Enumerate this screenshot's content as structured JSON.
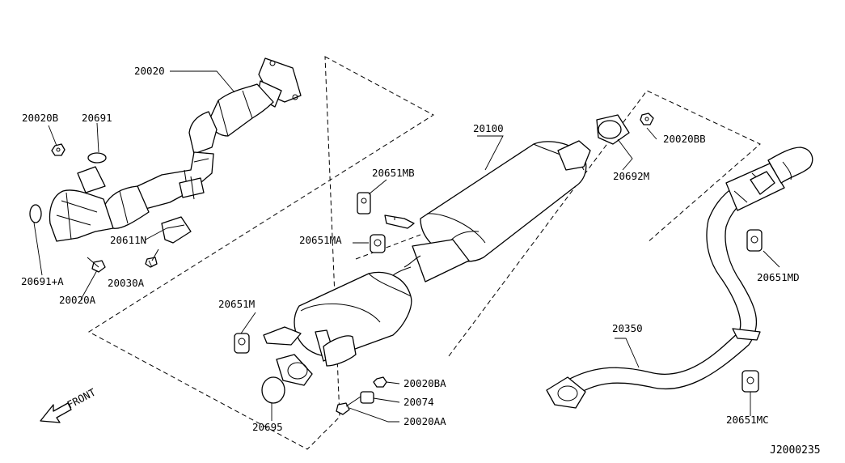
{
  "labels": {
    "p20020": "20020",
    "p20020b": "20020B",
    "p20691": "20691",
    "p20691a": "20691+A",
    "p20020a": "20020A",
    "p20611n": "20611N",
    "p20030a": "20030A",
    "p20100": "20100",
    "p20651mb": "20651MB",
    "p20651ma": "20651MA",
    "p20020bb": "20020BB",
    "p20692m": "20692M",
    "p20651md": "20651MD",
    "p20350": "20350",
    "p20651m": "20651M",
    "p20020ba": "20020BA",
    "p20074": "20074",
    "p20020aa": "20020AA",
    "p20695": "20695",
    "p20651mc": "20651MC"
  },
  "front_label": "FRONT",
  "diagram_code": "J2000235"
}
